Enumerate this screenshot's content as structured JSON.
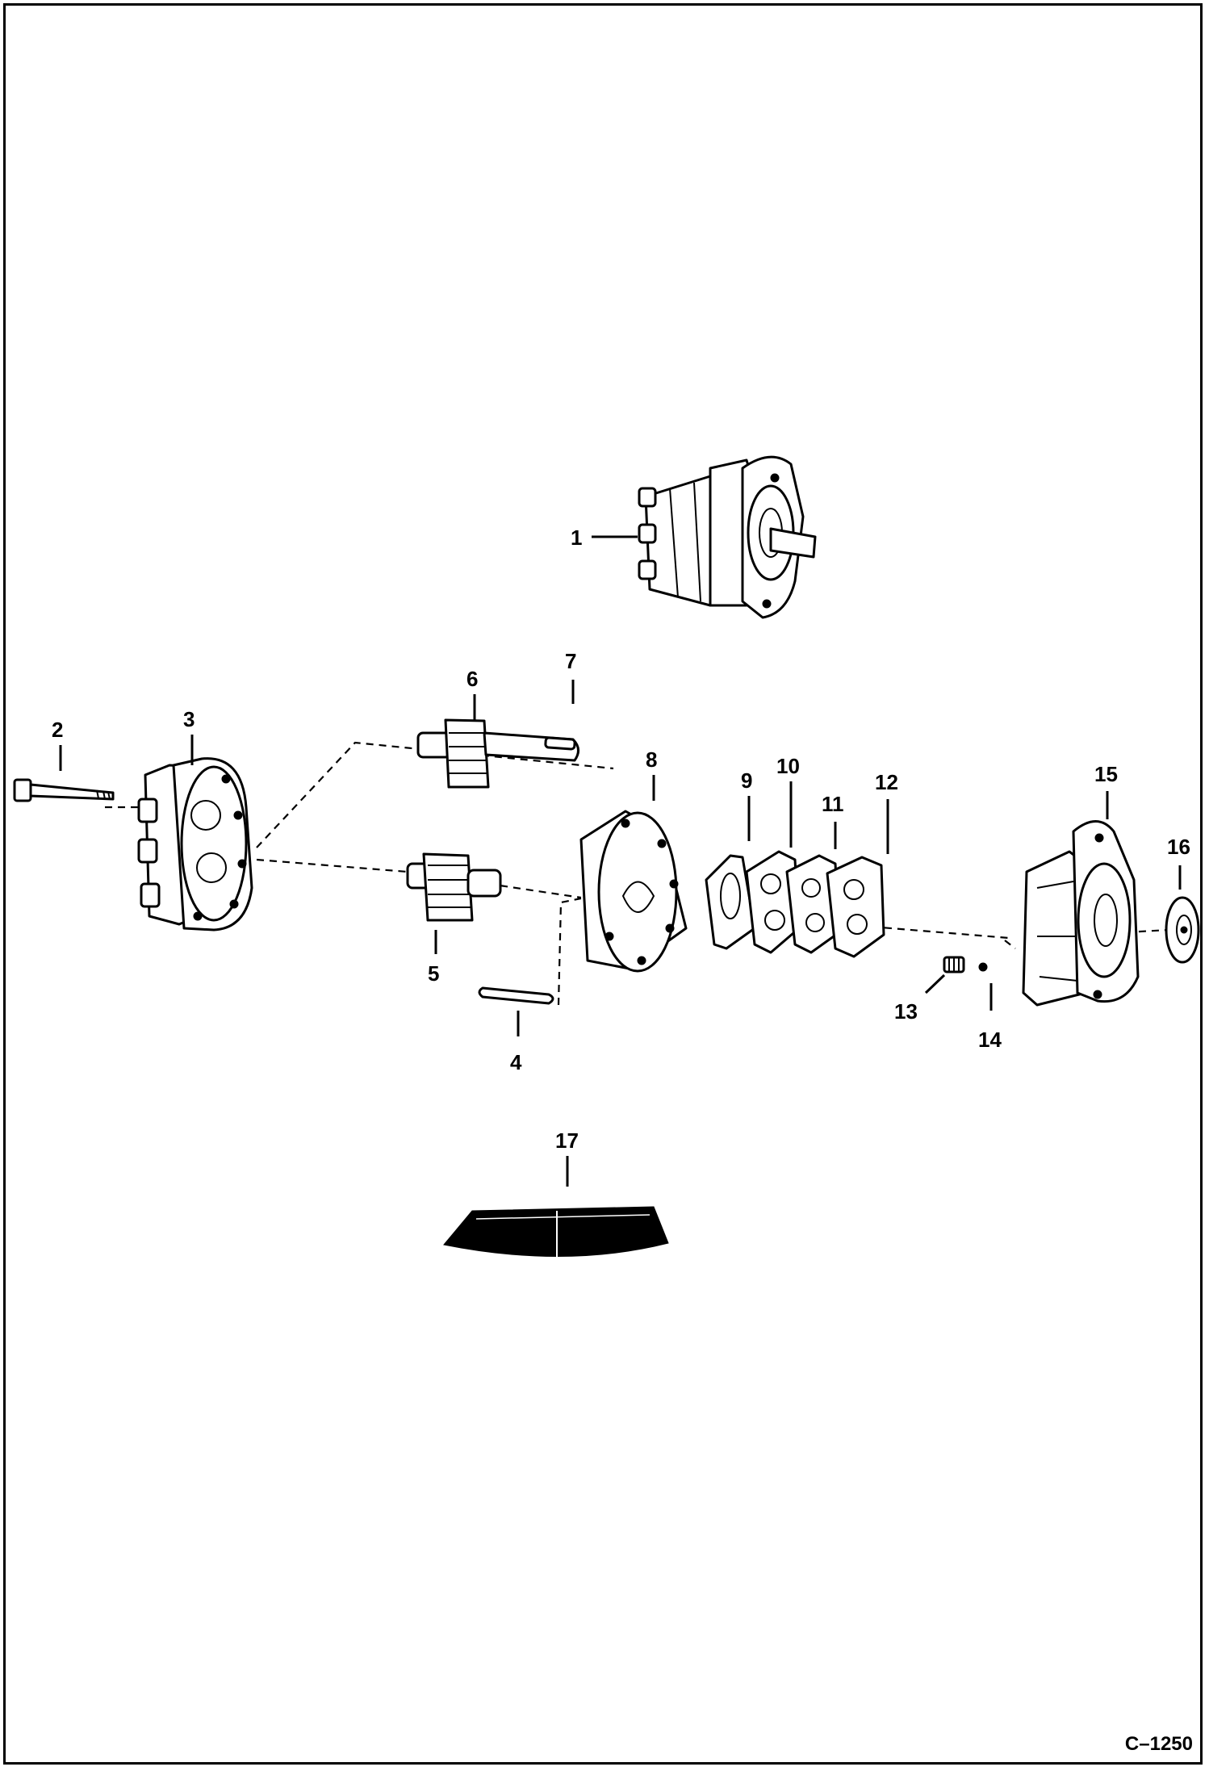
{
  "diagram": {
    "figure_ref": "C–1250",
    "callouts": {
      "c1": "1",
      "c2": "2",
      "c3": "3",
      "c4": "4",
      "c5": "5",
      "c6": "6",
      "c7": "7",
      "c8": "8",
      "c9": "9",
      "c10": "10",
      "c11": "11",
      "c12": "12",
      "c13": "13",
      "c14": "14",
      "c15": "15",
      "c16": "16",
      "c17": "17"
    },
    "colors": {
      "ink": "#000000",
      "paper": "#ffffff"
    }
  }
}
